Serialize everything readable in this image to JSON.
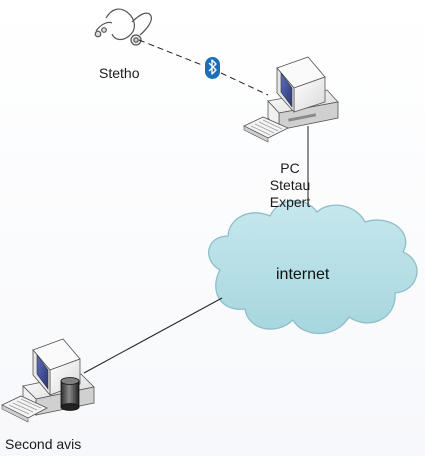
{
  "labels": {
    "stetho": "Stetho",
    "pc_line1": "PC",
    "pc_line2": "Stetau",
    "pc_line3": "Expert",
    "internet": "internet",
    "second_avis": "Second avis"
  },
  "colors": {
    "cloud_fill": "#aedbe3",
    "cloud_stroke": "#8fbec8",
    "bluetooth": "#1b6fb8",
    "line": "#1f1f1f",
    "monitor_body": "#f2f2f2",
    "screen": "#3e4e9d"
  },
  "icons": {
    "stethoscope": "stethoscope-icon",
    "bluetooth": "bluetooth-icon",
    "computer": "computer-icon",
    "cloud": "cloud-icon",
    "disk": "disk-cylinder-icon"
  }
}
